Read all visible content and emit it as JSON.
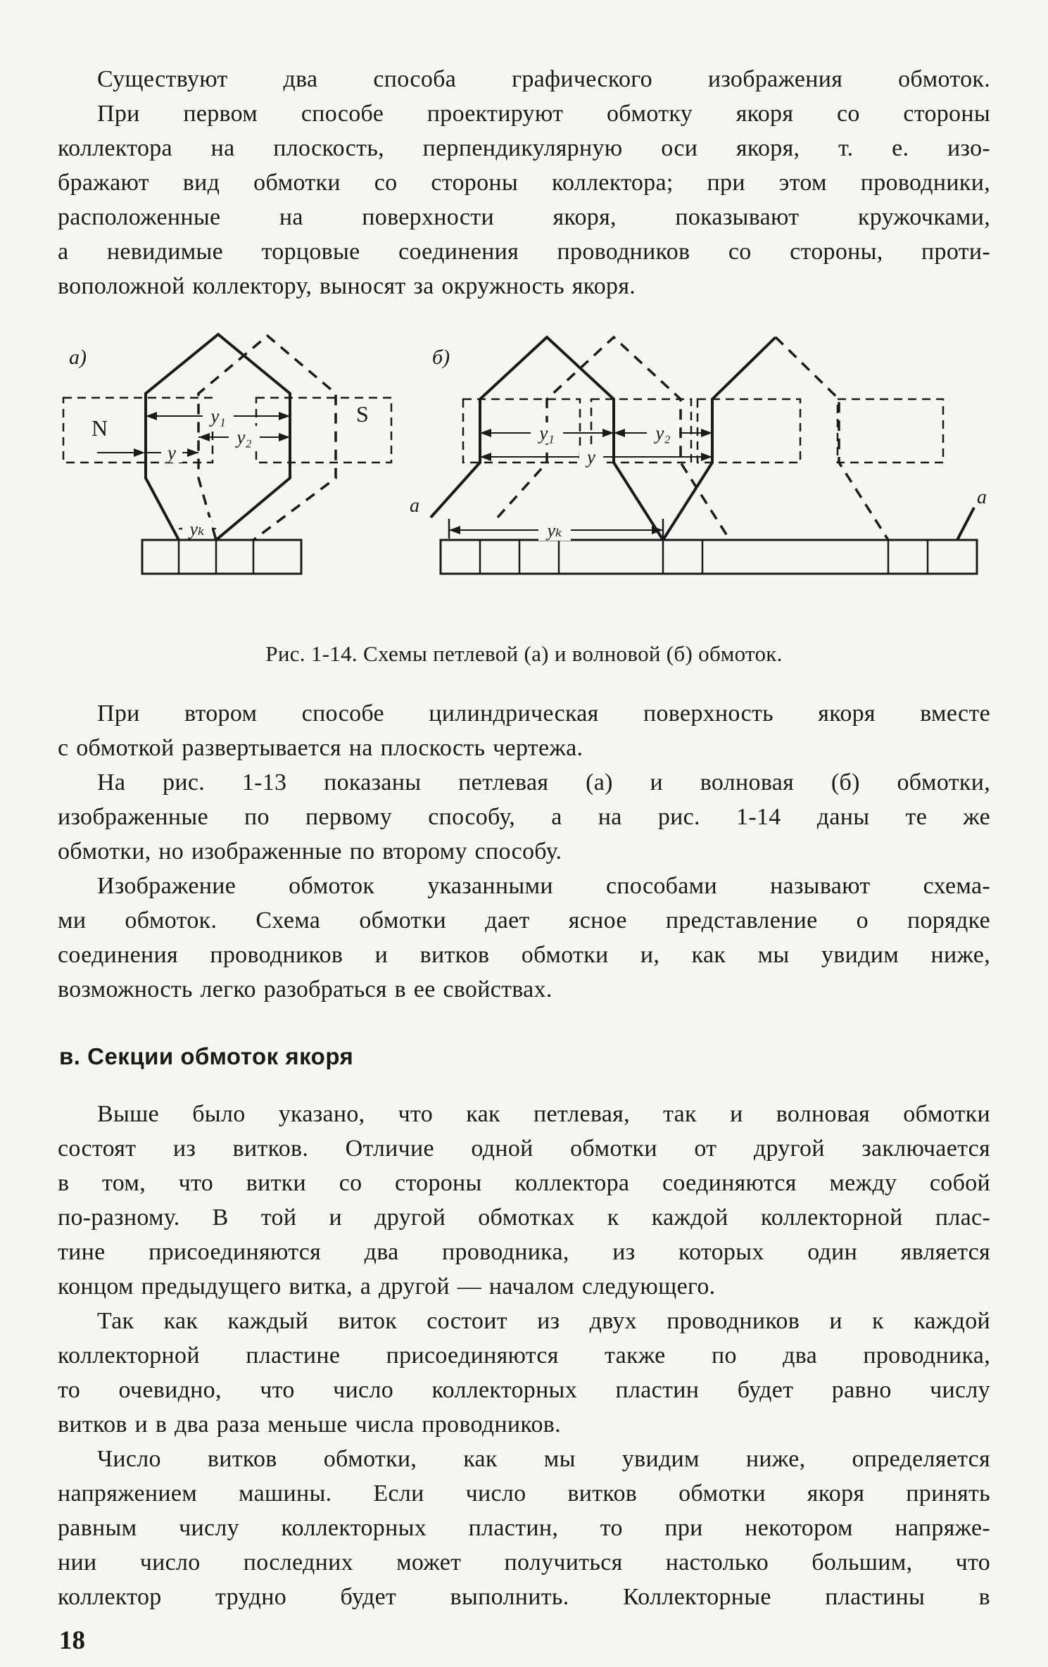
{
  "page": {
    "number": "18",
    "ink_color": "#1a1a1a",
    "paper_color": "#f7f5ef"
  },
  "body": {
    "p1": [
      "Существуют два способа графического изображения обмоток."
    ],
    "p2": [
      "При первом способе проектируют обмотку якоря со стороны",
      "коллектора на плоскость, перпендикулярную оси якоря, т. е. изо-",
      "бражают вид обмотки со стороны коллектора; при этом проводники,",
      "расположенные на поверхности якоря, показывают кружочками,",
      "а невидимые торцовые соединения проводников со стороны, проти-",
      "воположной коллектору, выносят за окружность якоря."
    ],
    "p3": [
      "При втором способе цилиндрическая поверхность якоря вместе",
      "с обмоткой развертывается на плоскость чертежа."
    ],
    "p4": [
      "На рис. 1-13 показаны петлевая (а) и волновая (б) обмотки,",
      "изображенные по первому способу, а на рис. 1-14 даны те же",
      "обмотки, но изображенные по второму способу."
    ],
    "p5": [
      "Изображение обмоток указанными способами называют схема-",
      "ми обмоток. Схема обмотки дает ясное представление о порядке",
      "соединения проводников и витков обмотки и, как мы увидим ниже,",
      "возможность легко разобраться в ее свойствах."
    ],
    "heading": "в. Секции обмоток якоря",
    "p6": [
      "Выше было указано, что как петлевая, так и волновая обмотки",
      "состоят из витков. Отличие одной обмотки от другой заключается",
      "в том, что витки со стороны коллектора соединяются между собой",
      "по-разному. В той и другой обмотках к каждой коллекторной плас-",
      "тине присоединяются два проводника, из которых один является",
      "концом предыдущего витка, а другой — началом следующего."
    ],
    "p7": [
      "Так как каждый виток состоит из двух проводников и к каждой",
      "коллекторной пластине присоединяются также по два проводника,",
      "то очевидно, что число коллекторных пластин будет равно числу",
      "витков и в два раза меньше числа проводников."
    ],
    "p8": [
      "Число витков обмотки, как мы увидим ниже, определяется",
      "напряжением машины. Если число витков обмотки якоря принять",
      "равным числу коллекторных пластин, то при некотором напряже-",
      "нии число последних может получиться настолько большим, что",
      "коллектор трудно будет выполнить. Коллекторные пластины в"
    ]
  },
  "figure": {
    "caption": "Рис. 1-14. Схемы петлевой (а) и волновой (б) обмоток.",
    "labels": {
      "marker_a": "а)",
      "marker_b": "б)",
      "pole_n": "N",
      "pole_s": "S",
      "y1": "y₁",
      "y2": "y₂",
      "y": "y",
      "yk": "yₖ",
      "a_end": "а"
    }
  }
}
